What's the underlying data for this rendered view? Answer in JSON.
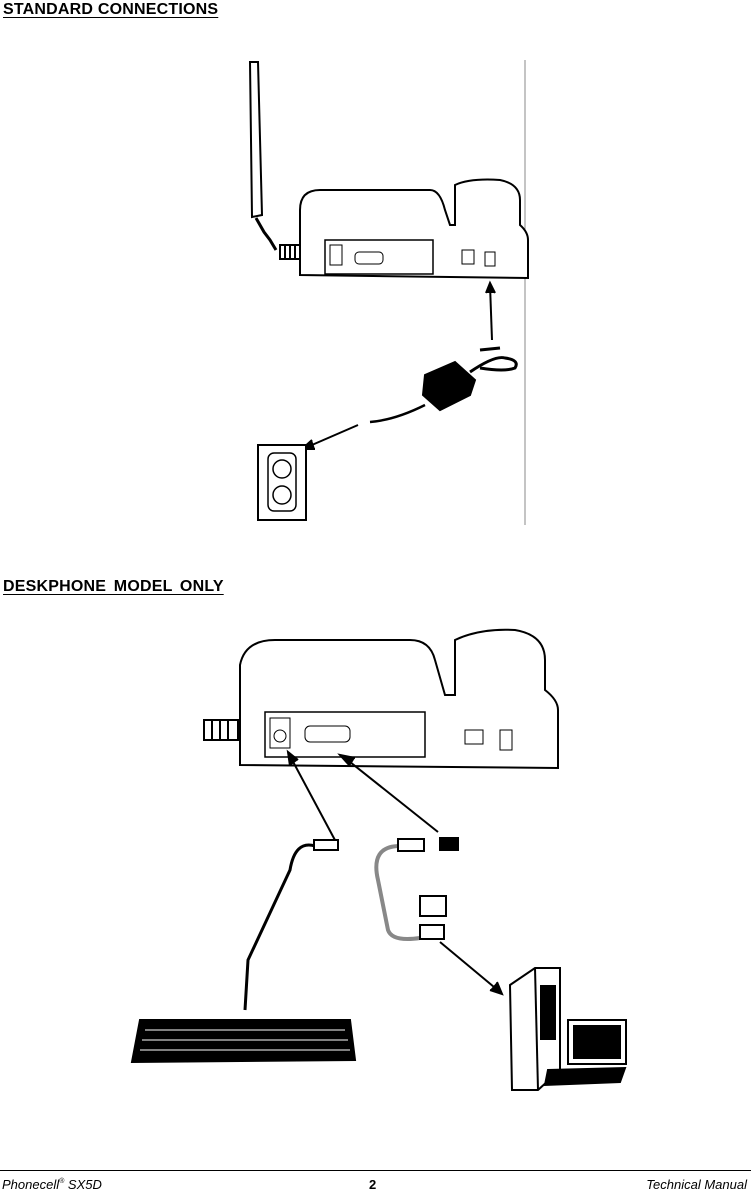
{
  "section1": {
    "title": "STANDARD CONNECTIONS"
  },
  "section2": {
    "title": "DESKPHONE MODEL ONLY"
  },
  "footer": {
    "product": "Phonecell",
    "registered": "®",
    "model": " SX5D",
    "page_number": "2",
    "manual": "Technical Manual"
  }
}
